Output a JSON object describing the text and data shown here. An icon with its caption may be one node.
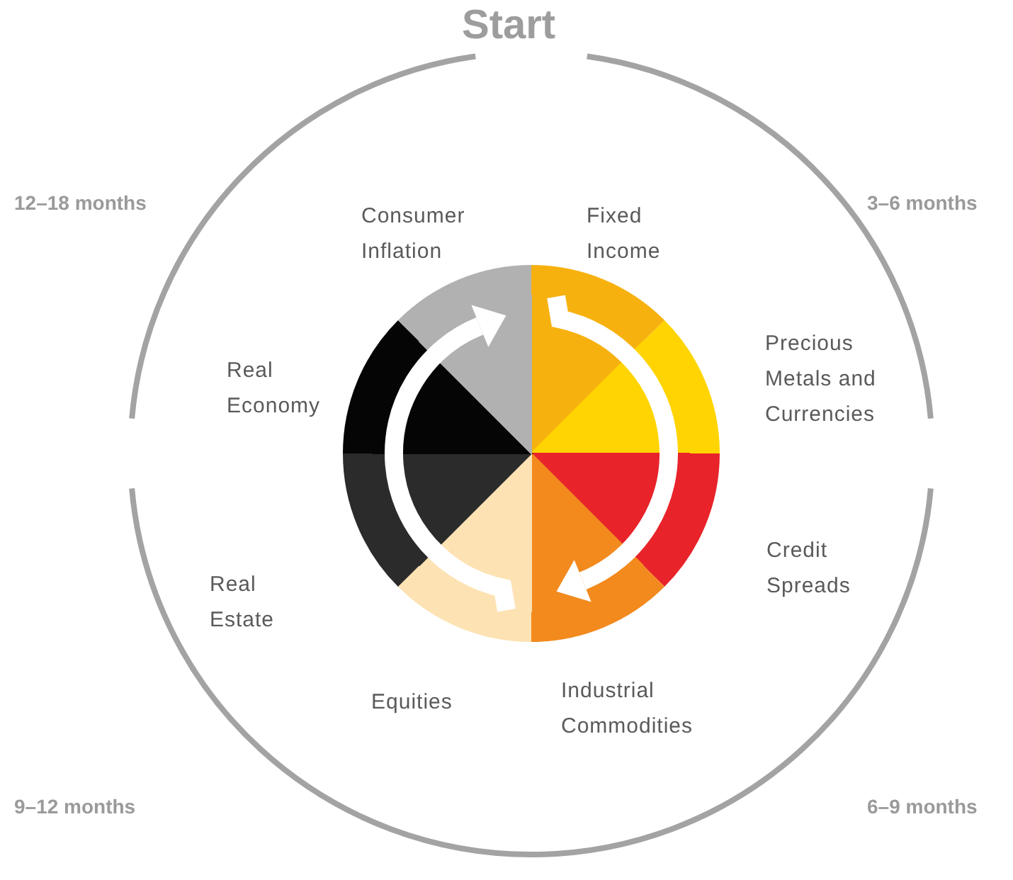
{
  "diagram": {
    "nodes": [
      {
        "text": [
          "Fixed Income"
        ]
      },
      {
        "text": [
          "Precious Metals and Currencies"
        ]
      },
      {
        "text": [
          "Credit Spreads"
        ]
      },
      {
        "text": [
          "Industrial Commodities"
        ]
      },
      {
        "text": [
          "Equities"
        ]
      },
      {
        "text": [
          "Real Estate"
        ]
      },
      {
        "text": [
          "Real Economy"
        ]
      },
      {
        "text": [
          "Consumer Inflation"
        ]
      }
    ],
    "edges": [
      {
        "from": 0,
        "to": 3,
        "arrow": "to"
      },
      {
        "from": 4,
        "to": 7,
        "arrow": "to"
      }
    ],
    "labels": [
      "Start",
      "12–18 months",
      "3–6 months",
      "9–12 months",
      "6–9 months"
    ]
  }
}
